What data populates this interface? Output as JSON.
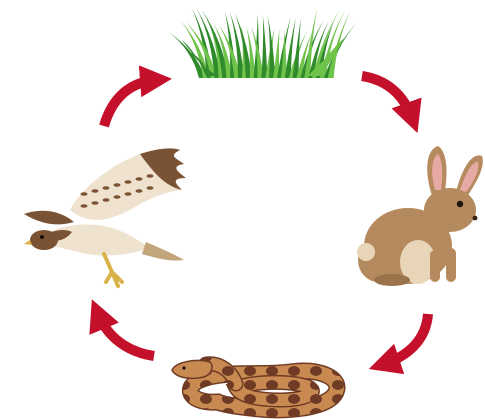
{
  "diagram": {
    "kind": "cycle",
    "nodes": [
      {
        "id": "grass",
        "icon": "grass-icon"
      },
      {
        "id": "rabbit",
        "icon": "rabbit-icon"
      },
      {
        "id": "snake",
        "icon": "snake-icon"
      },
      {
        "id": "hawk",
        "icon": "hawk-icon"
      }
    ],
    "edges": [
      {
        "from": "grass",
        "to": "rabbit"
      },
      {
        "from": "rabbit",
        "to": "snake"
      },
      {
        "from": "snake",
        "to": "hawk"
      },
      {
        "from": "hawk",
        "to": "grass"
      }
    ]
  },
  "colors": {
    "arrow": "#c5102c",
    "grass_light": "#6fc24a",
    "grass_dark": "#2f8a2c",
    "rabbit_fur": "#b58a5f",
    "rabbit_belly": "#e9d6b8",
    "snake_body": "#c98a52",
    "snake_band": "#6f3b24",
    "hawk_brown": "#7a5334",
    "hawk_light": "#efe3cf"
  }
}
